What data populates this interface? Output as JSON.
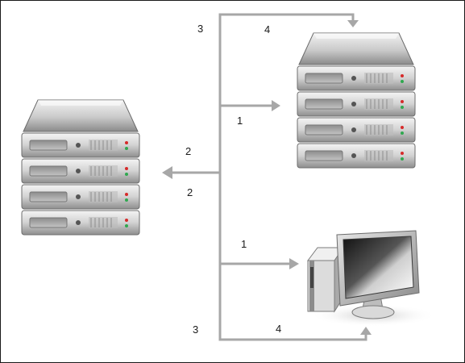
{
  "colors": {
    "line": "#a7a7a7",
    "chassis_light": "#f2f2f2",
    "chassis_dark": "#7a7a7a",
    "led_red": "#d62a2a",
    "led_green": "#2fa84f"
  },
  "icons": {
    "left_server": "server-rack-icon",
    "right_server": "server-rack-icon",
    "client": "desktop-computer-icon"
  },
  "labels": {
    "top_3": "3",
    "top_4": "4",
    "upper_1": "1",
    "left_upper_2": "2",
    "left_lower_2": "2",
    "lower_1": "1",
    "bottom_3": "3",
    "bottom_4": "4"
  }
}
